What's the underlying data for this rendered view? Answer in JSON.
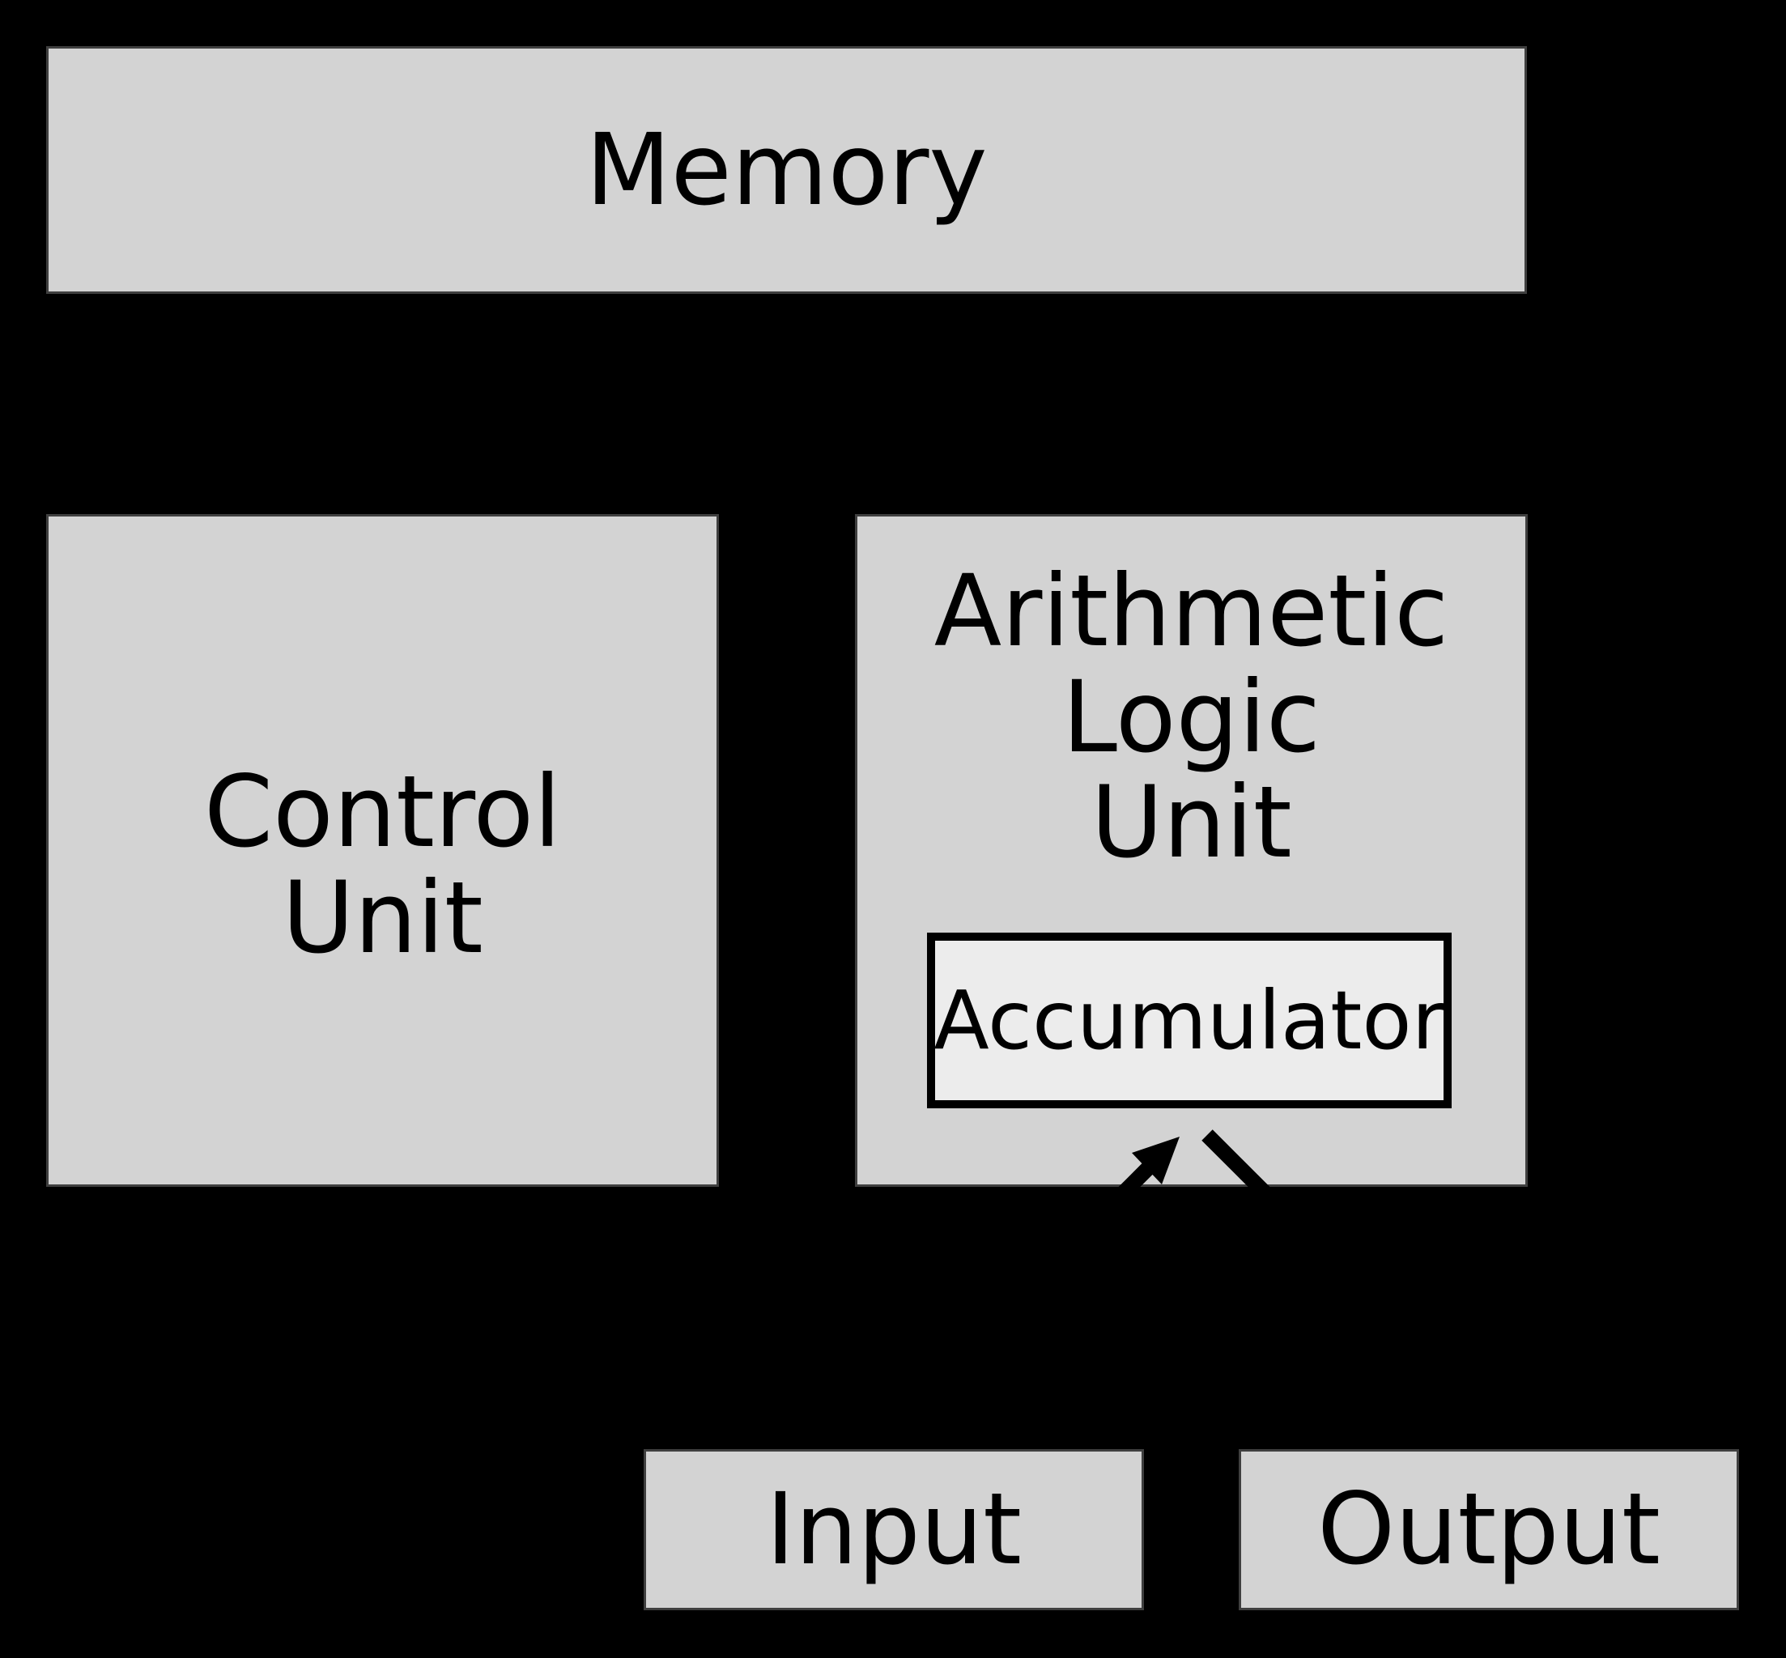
{
  "diagram": {
    "name": "von-neumann-architecture",
    "background": "#000000"
  },
  "boxes": {
    "memory": {
      "label": "Memory"
    },
    "control_unit": {
      "line1": "Control",
      "line2": "Unit"
    },
    "alu": {
      "line1": "Arithmetic",
      "line2": "Logic",
      "line3": "Unit"
    },
    "accumulator": {
      "label": "Accumulator"
    },
    "input": {
      "label": "Input"
    },
    "output": {
      "label": "Output"
    }
  },
  "colors": {
    "background": "#000000",
    "box_fill": "#d3d3d3",
    "box_border": "#3f3f3f",
    "accumulator_fill": "#ececec",
    "accumulator_border": "#000000",
    "text": "#000000",
    "arrow": "#000000"
  },
  "arrows": {
    "input_to_accumulator": "arrow pointing up-right at accumulator, visible inside ALU box",
    "accumulator_to_output": "diagonal line down-right from accumulator, visible inside ALU box"
  }
}
